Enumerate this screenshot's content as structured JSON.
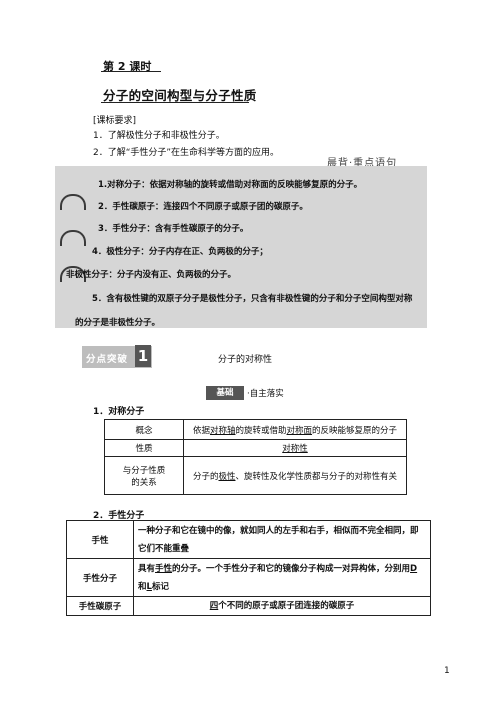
{
  "lesson": "第 2 课时",
  "title": "分子的空间构型与分子性质",
  "requirements": {
    "heading": "[课标要求]",
    "items": [
      "1．了解极性分子和非极性分子。",
      "2．了解“手性分子”在生命科学等方面的应用。"
    ]
  },
  "panel": {
    "heading": "晨背·重点语句",
    "items": [
      "1.对称分子：依据对称轴的旋转或借助对称面的反映能够复原的分子。",
      "2．手性碳原子：连接四个不同原子或原子团的碳原子。",
      "3．手性分子：含有手性碳原子的分子。",
      "4．极性分子：分子内存在正、负两极的分子；",
      "非极性分子：分子内没有正、负两极的分子。",
      "5．含有极性键的双原子分子是极性分子，只含有非极性键的分子和分子空间构型对称",
      "的分子是非极性分子。"
    ]
  },
  "section": {
    "badge": "分点突破",
    "num": "1",
    "title": "分子的对称性"
  },
  "base": {
    "badge": "基础",
    "sub": "·自主落实"
  },
  "h1": "1．对称分子",
  "table1": {
    "rows": [
      {
        "k": "概念",
        "v1": "依据",
        "u1": "对称轴",
        "v2": "的旋转或借助",
        "u2": "对称面",
        "v3": "的反映能够复原的分子"
      },
      {
        "k": "性质",
        "u1": "对称性"
      },
      {
        "k1": "与分子性质",
        "k2": "的关系",
        "v1": "分子的",
        "u1": "极性",
        "v2": "、旋转性及化学性质都与分子的对称性有关"
      }
    ]
  },
  "h2": "2．手性分子",
  "table2": {
    "rows": [
      {
        "k": "手性",
        "v1": "一种分子和它在镜中的像，就如同人的左手和右手，相似而不完全相同，即",
        "v2": "它们不能重叠"
      },
      {
        "k": "手性分子",
        "v1": "具有",
        "u1": "手性",
        "v2": "的分子。一个手性分子和它的镜像分子构成一对异构体，分别用",
        "u2": "D",
        "v3": "和",
        "u3": "L",
        "v4": "标记"
      },
      {
        "k": "手性碳原子",
        "u1": "四",
        "v1": "个不同的原子或原子团连接的碳原子"
      }
    ]
  },
  "page_number": "1"
}
